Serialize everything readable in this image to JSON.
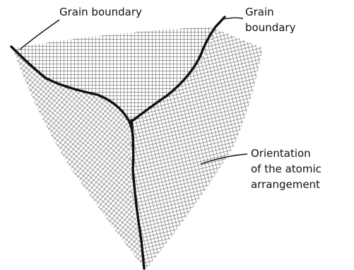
{
  "labels": {
    "grain_boundary_left": "Grain boundary",
    "grain_boundary_right_line1": "Grain",
    "grain_boundary_right_line2": "boundary",
    "orientation_line1": "Orientation",
    "orientation_line2": "of the atomic",
    "orientation_line3": "arrangement"
  },
  "colors": {
    "ink": "#111111",
    "background": "#ffffff"
  }
}
